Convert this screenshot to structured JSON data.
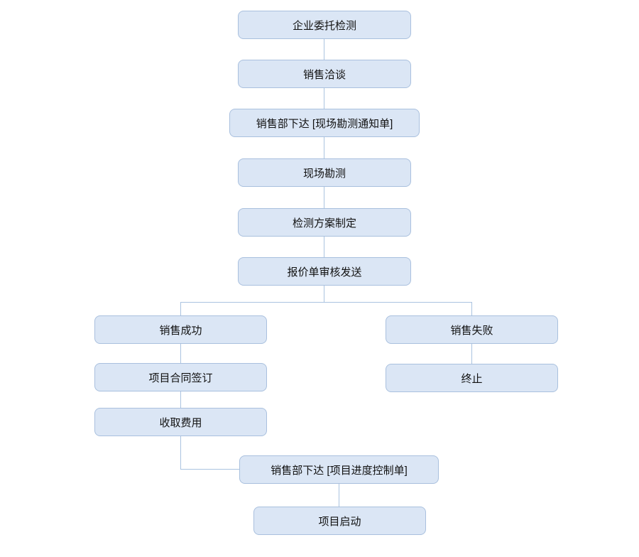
{
  "flowchart": {
    "description": "Enterprise commissioned testing sales workflow",
    "colors": {
      "node_fill": "#dbe6f5",
      "node_border": "#a9c0de",
      "connector": "#aac3e0",
      "text": "#111111",
      "background": "#ffffff"
    },
    "nodes": [
      {
        "id": "enterprise-commission",
        "label": "企业委托检测"
      },
      {
        "id": "sales-negotiation",
        "label": "销售洽谈"
      },
      {
        "id": "survey-notice",
        "label": "销售部下达 [现场勘测通知单]"
      },
      {
        "id": "site-survey",
        "label": "现场勘测"
      },
      {
        "id": "test-plan",
        "label": "检测方案制定"
      },
      {
        "id": "quotation-review",
        "label": "报价单审核发送"
      },
      {
        "id": "sales-success",
        "label": "销售成功"
      },
      {
        "id": "sales-failure",
        "label": "销售失败"
      },
      {
        "id": "contract-signing",
        "label": "项目合同签订"
      },
      {
        "id": "terminate",
        "label": "终止"
      },
      {
        "id": "fee-collection",
        "label": "收取费用"
      },
      {
        "id": "progress-control",
        "label": "销售部下达 [项目进度控制单]"
      },
      {
        "id": "project-start",
        "label": "项目启动"
      }
    ],
    "edges": [
      {
        "from": "enterprise-commission",
        "to": "sales-negotiation"
      },
      {
        "from": "sales-negotiation",
        "to": "survey-notice"
      },
      {
        "from": "survey-notice",
        "to": "site-survey"
      },
      {
        "from": "site-survey",
        "to": "test-plan"
      },
      {
        "from": "test-plan",
        "to": "quotation-review"
      },
      {
        "from": "quotation-review",
        "to": "sales-success"
      },
      {
        "from": "quotation-review",
        "to": "sales-failure"
      },
      {
        "from": "sales-success",
        "to": "contract-signing"
      },
      {
        "from": "sales-failure",
        "to": "terminate"
      },
      {
        "from": "contract-signing",
        "to": "fee-collection"
      },
      {
        "from": "fee-collection",
        "to": "progress-control"
      },
      {
        "from": "progress-control",
        "to": "project-start"
      }
    ]
  }
}
